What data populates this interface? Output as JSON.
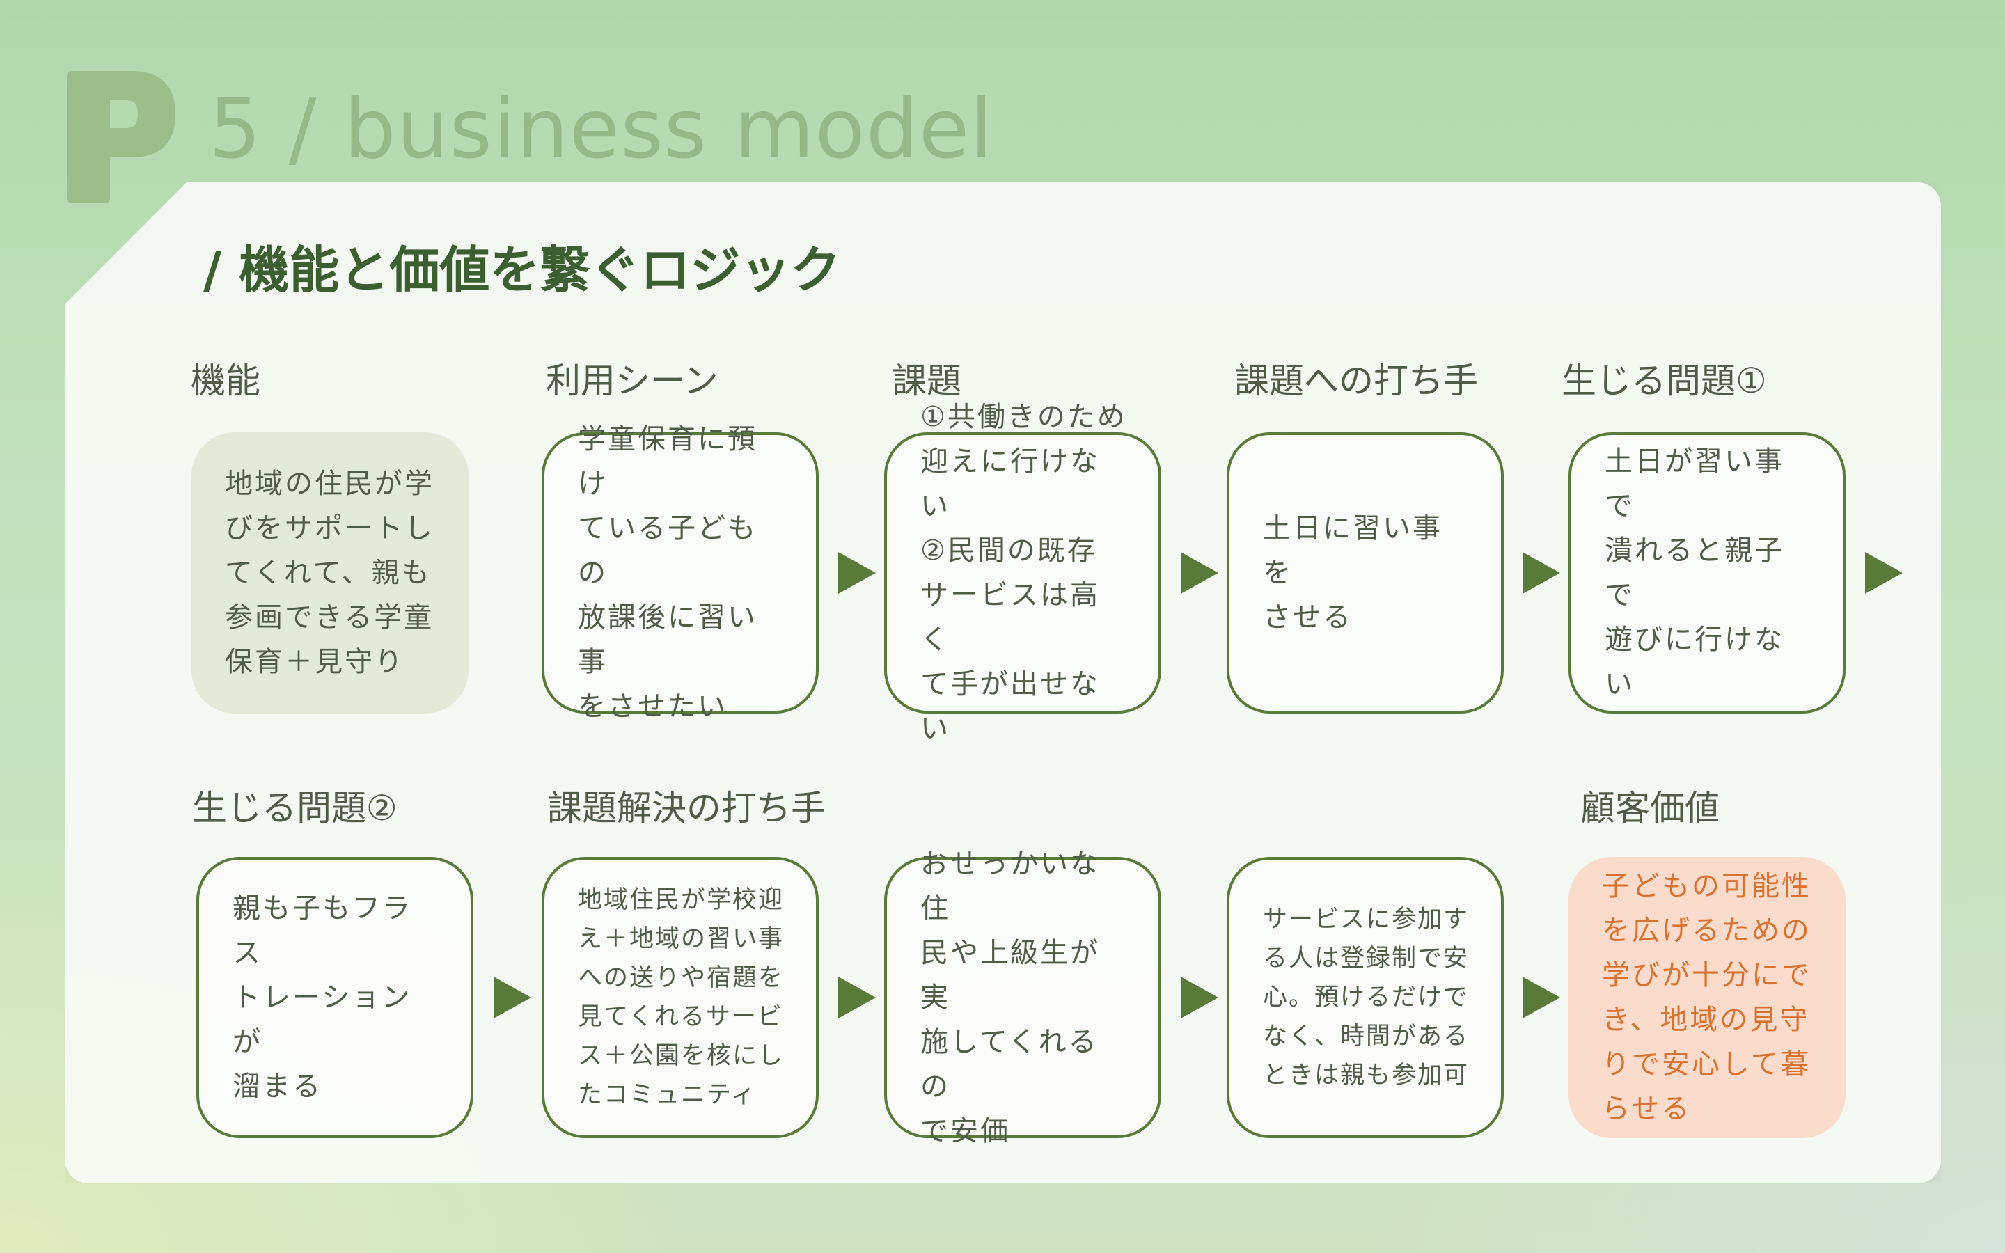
{
  "header": {
    "logo_letter": "P",
    "title": "5 / business model"
  },
  "main": {
    "subtitle": "/ 機能と価値を繋ぐロジック",
    "row1": [
      {
        "label": "機能",
        "text": "地域の住民が学\nびをサポートし\nてくれて、親も\n参画できる学童\n保育＋見守り"
      },
      {
        "label": "利用シーン",
        "text": "学童保育に預け\nている子どもの\n放課後に習い事\nをさせたい"
      },
      {
        "label": "課題",
        "text": "①共働きのため\n迎えに行けない\n②民間の既存\nサービスは高く\nて手が出せない"
      },
      {
        "label": "課題への打ち手",
        "text": "土日に習い事を\nさせる"
      },
      {
        "label": "生じる問題①",
        "text": "土日が習い事で\n潰れると親子で\n遊びに行けない"
      }
    ],
    "row2": [
      {
        "label": "生じる問題②",
        "text": "親も子もフラス\nトレーションが\n溜まる"
      },
      {
        "label": "課題解決の打ち手",
        "text": "地域住民が学校迎\nえ＋地域の習い事\nへの送りや宿題を\n見てくれるサービ\nス＋公園を核にし\nたコミュニティ"
      },
      {
        "label": "",
        "text": "おせっかいな住\n民や上級生が実\n施してくれるの\nで安価"
      },
      {
        "label": "",
        "text": "サービスに参加す\nる人は登録制で安\n心。預けるだけで\nなく、時間がある\nときは親も参加可"
      },
      {
        "label": "顧客価値",
        "text": "子どもの可能性\nを広げるための\n学びが十分にで\nき、地域の見守\nりで安心して暮\nらせる"
      }
    ]
  },
  "colors": {
    "accent_green": "#5a7a3a",
    "title_green": "#97b888",
    "heading_green": "#3d5e30",
    "value_orange": "#d9722e",
    "value_bg": "#fbdbcb",
    "function_bg": "#e3ebd8"
  },
  "icons": {
    "flow_arrow": "triangle-right",
    "logo": "letter-p-mark"
  }
}
